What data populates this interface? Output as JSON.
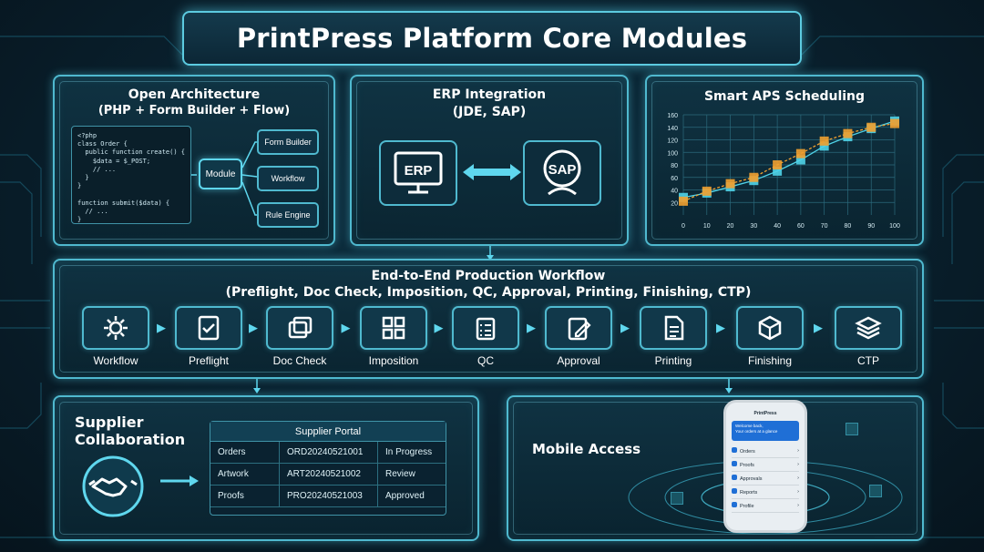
{
  "title": "PrintPress Platform Core Modules",
  "open_architecture": {
    "title": "Open Architecture",
    "subtitle": "(PHP + Form Builder + Flow)",
    "code_lines": [
      "<?php",
      "class Order {",
      "  public function create() {",
      "    $data = $_POST;",
      "    // ...",
      "  }",
      "}",
      "",
      "function submit($data) {",
      "  // ...",
      "}"
    ],
    "module_label": "Module",
    "outputs": [
      "Form Builder",
      "Workflow",
      "Rule Engine"
    ]
  },
  "erp": {
    "title": "ERP Integration",
    "subtitle": "(JDE, SAP)",
    "left_label": "ERP",
    "right_label": "SAP"
  },
  "aps": {
    "title": "Smart APS Scheduling"
  },
  "workflow": {
    "title": "End-to-End Production Workflow",
    "subtitle": "(Preflight, Doc Check, Imposition, QC, Approval, Printing, Finishing, CTP)",
    "steps": [
      {
        "label": "Workflow",
        "icon": "gear-icon"
      },
      {
        "label": "Preflight",
        "icon": "checklist-icon"
      },
      {
        "label": "Doc Check",
        "icon": "document-stack-icon"
      },
      {
        "label": "Imposition",
        "icon": "grid-icon"
      },
      {
        "label": "QC",
        "icon": "clipboard-check-icon"
      },
      {
        "label": "Approval",
        "icon": "pen-approve-icon"
      },
      {
        "label": "Printing",
        "icon": "printed-page-icon"
      },
      {
        "label": "Finishing",
        "icon": "package-icon"
      },
      {
        "label": "CTP",
        "icon": "layers-icon"
      }
    ]
  },
  "supplier": {
    "title_line1": "Supplier",
    "title_line2": "Collaboration",
    "portal_title": "Supplier Portal",
    "rows": [
      [
        "Orders",
        "ORD20240521001",
        "In Progress"
      ],
      [
        "Artwork",
        "ART20240521002",
        "Review"
      ],
      [
        "Proofs",
        "PRO20240521003",
        "Approved"
      ]
    ]
  },
  "mobile": {
    "title": "Mobile Access",
    "phone_app_name": "PrintPress",
    "phone_banner_line1": "Welcome back,",
    "phone_banner_line2": "Your orders at a glance",
    "phone_menu": [
      "Orders",
      "Proofs",
      "Approvals",
      "Reports",
      "Profile"
    ]
  },
  "chart_data": {
    "type": "line",
    "title": "",
    "xlabel": "",
    "ylabel": "",
    "x_ticks": [
      0,
      10,
      20,
      30,
      40,
      60,
      70,
      80,
      90,
      100
    ],
    "y_ticks": [
      20,
      40,
      60,
      80,
      100,
      120,
      140,
      160
    ],
    "ylim": [
      0,
      160
    ],
    "grid": true,
    "series": [
      {
        "values": [
          28,
          35,
          45,
          55,
          70,
          88,
          110,
          125,
          138,
          150
        ]
      },
      {
        "values": [
          22,
          38,
          50,
          60,
          80,
          98,
          118,
          130,
          140,
          146
        ]
      }
    ],
    "colors": [
      "#4fd3e8",
      "#f0a030"
    ]
  }
}
